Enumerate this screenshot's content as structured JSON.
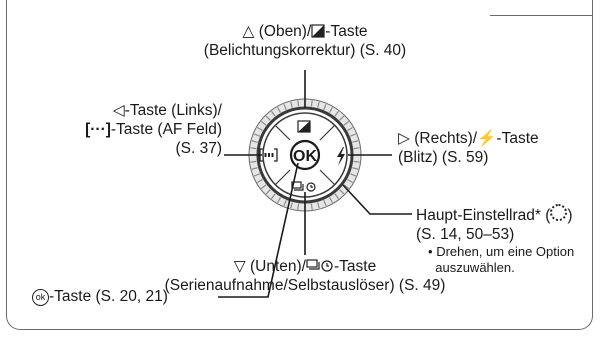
{
  "top": {
    "up_symbol": "△",
    "line1": " (Oben)/",
    "line1_suffix": "-Taste",
    "line2": "(Belichtungskorrektur) (S. 40)"
  },
  "left": {
    "left_symbol": "◁",
    "line1": "-Taste (Links)/",
    "af_symbol": "[···]",
    "line2": "-Taste (AF Feld)",
    "line3": "(S. 37)"
  },
  "right": {
    "right_symbol": "▷",
    "line1": " (Rechts)/",
    "flash_symbol": "⚡",
    "line1_suffix": "-Taste",
    "line2": "(Blitz) (S. 59)"
  },
  "ok": {
    "ok_symbol": "ok",
    "line1": "-Taste (S. 20, 21)"
  },
  "dial": {
    "line1": "Haupt-Einstellrad* (",
    "line1_suffix": ")",
    "line2": "(S. 14, 50–53)",
    "note_bullet": "•",
    "note1": "Drehen, um eine Option",
    "note2": "auszuwählen."
  },
  "bottom": {
    "down_symbol": "▽",
    "line1": " (Unten)/",
    "line1_suffix": "-Taste",
    "line2": "(Serienaufnahme/Selbstauslöser) (S. 49)"
  },
  "center_button": {
    "label": "OK"
  },
  "colors": {
    "dial_ring": "#d9d9d9",
    "ring_outline": "#3a3a3a",
    "text": "#1a1a1a"
  }
}
